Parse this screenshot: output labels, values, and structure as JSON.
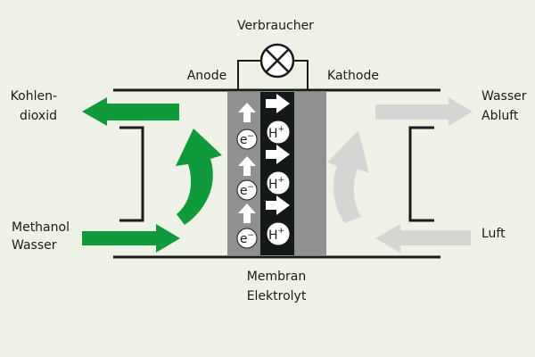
{
  "labels": {
    "consumer": "Verbraucher",
    "anode": "Anode",
    "cathode": "Kathode",
    "co2_line1": "Kohlen-",
    "co2_line2": "dioxid",
    "input_line1": "Methanol",
    "input_line2": "Wasser",
    "output_line1": "Wasser",
    "output_line2": "Abluft",
    "air": "Luft",
    "membrane_line1": "Membran",
    "membrane_line2": "Elektrolyt"
  },
  "particles": {
    "electron_base": "e",
    "electron_charge": "−",
    "proton_base": "H",
    "proton_charge": "+"
  },
  "colors": {
    "background": "#eef2e6",
    "anode_flow": "#119a3c",
    "cathode_flow": "#d4d6d3",
    "electrode": "#909090",
    "membrane": "#141818",
    "outline": "#1a1a1a"
  }
}
